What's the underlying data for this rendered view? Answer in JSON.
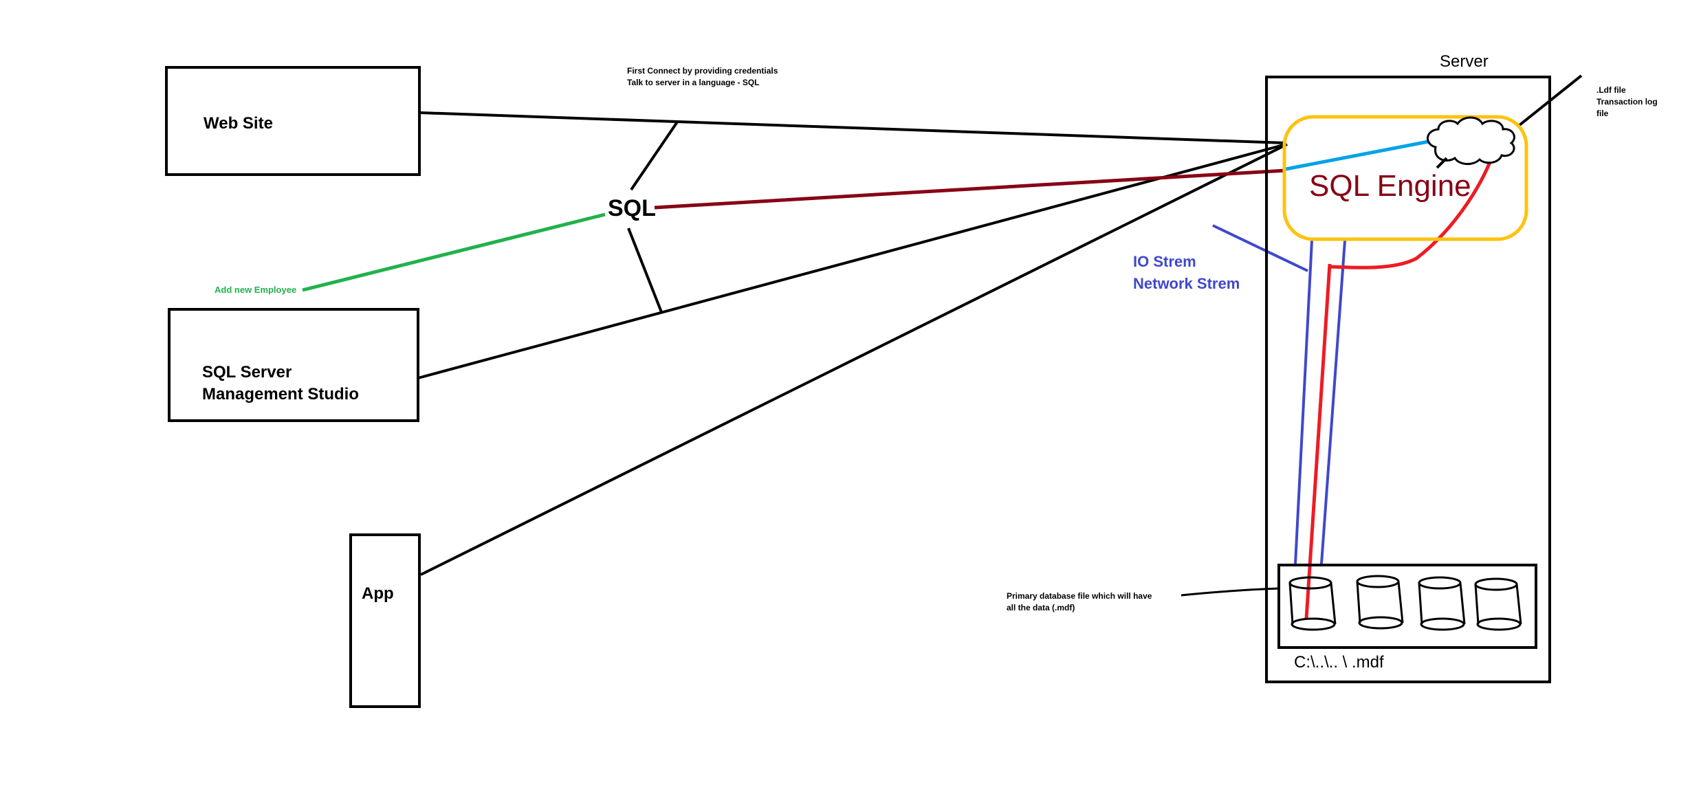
{
  "boxes": {
    "website": "Web Site",
    "ssms_line1": "SQL Server",
    "ssms_line2": "Management Studio",
    "app": "App"
  },
  "sql_label": "SQL",
  "note_top_line1": "First Connect by providing credentials",
  "note_top_line2": "Talk to server in a language - SQL",
  "add_employee": "Add new Employee",
  "server": {
    "title": "Server",
    "engine": "SQL Engine",
    "path": "C:\\..\\.. \\ .mdf"
  },
  "ldf_note": {
    "line1": ".Ldf file",
    "line2": "Transaction log",
    "line3": "file"
  },
  "io": {
    "line1": "IO Strem",
    "line2": "Network Strem"
  },
  "mdf_note": {
    "line1": "Primary database file which will have",
    "line2": "all the data (.mdf)"
  },
  "colors": {
    "black": "#000000",
    "green": "#22b14c",
    "darkred": "#880015",
    "red": "#ed1c24",
    "blue": "#3f48cc",
    "lightblue": "#00a2e8",
    "yellow": "#ffc20e",
    "engine_text": "#880015"
  }
}
